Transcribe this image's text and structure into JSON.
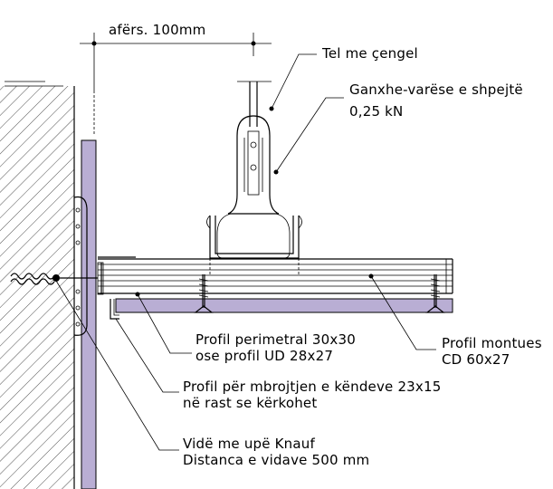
{
  "dimension": {
    "label": "afërs. 100mm"
  },
  "labels": {
    "hanger_wire": "Tel me çengel",
    "quick_hanger_line1": "Ganxhe-varëse e shpejtë",
    "quick_hanger_line2": "0,25 kN",
    "perimeter_profile_line1": "Profil perimetral 30x30",
    "perimeter_profile_line2": "ose profil UD 28x27",
    "mounting_profile_line1": "Profil montues",
    "mounting_profile_line2": "CD 60x27",
    "corner_profile_line1": "Profil për mbrojtjen e këndeve 23x15",
    "corner_profile_line2": "në rast se kërkohet",
    "screw_line1": "Vidë me upë Knauf",
    "screw_line2": "Distanca e vidave 500 mm"
  },
  "colors": {
    "wall_board": "#b9aed4",
    "ceiling_board": "#b9aed4",
    "line": "#000000"
  }
}
